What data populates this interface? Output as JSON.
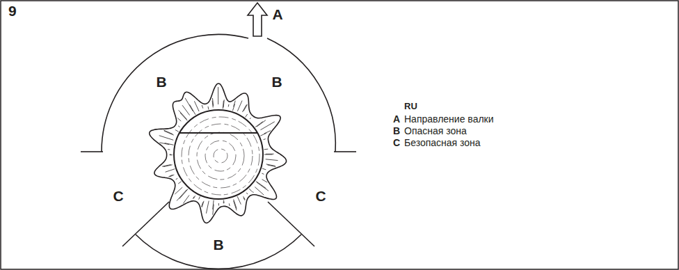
{
  "diagram": {
    "labels": [
      "9",
      "A",
      "B",
      "B",
      "C",
      "C",
      "B",
      "RU",
      "A",
      "Направление валки",
      "B",
      "Опасная зона",
      "C",
      "Безопасная зона"
    ]
  }
}
